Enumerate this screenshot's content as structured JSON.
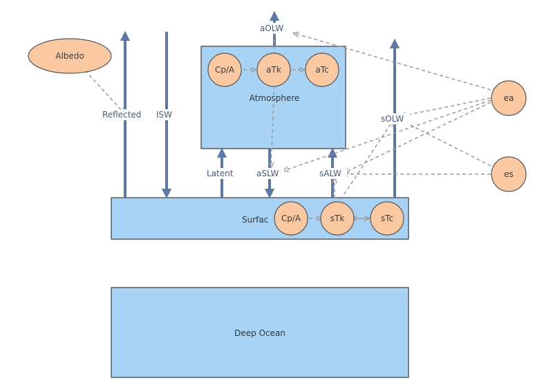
{
  "colors": {
    "box_fill": "#a8d3f5",
    "node_fill": "#fbc9a1",
    "flow_arrow": "#5c78a8",
    "influence_link": "#9a9a9a"
  },
  "boxes": {
    "atmosphere": "Atmosphere",
    "surface": "Surfac",
    "deep_ocean": "Deep Ocean"
  },
  "nodes": {
    "albedo": "Albedo",
    "ea": "ea",
    "es": "es",
    "atm_cpa": "Cp/A",
    "atm_tk": "aTk",
    "atm_tc": "aTc",
    "srf_cpa": "Cp/A",
    "srf_tk": "sTk",
    "srf_tc": "sTc"
  },
  "flows": {
    "reflected": "Reflected",
    "isw": "ISW",
    "aolw": "aOLW",
    "latent": "Latent",
    "aslw": "aSLW",
    "salw": "sALW",
    "solw": "sOLW"
  }
}
